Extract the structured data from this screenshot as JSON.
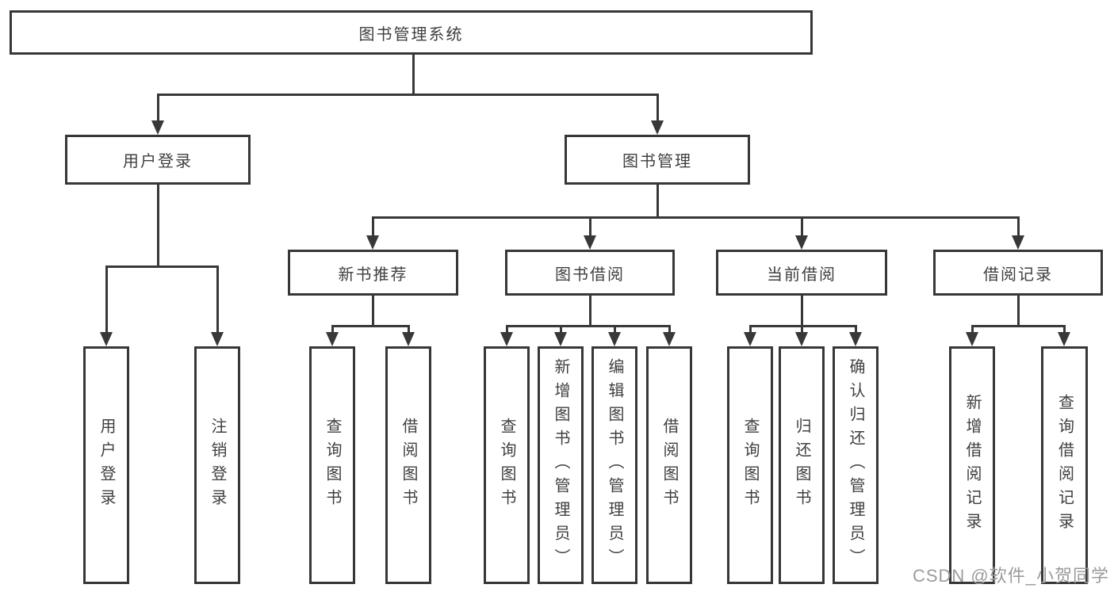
{
  "diagram": {
    "root": {
      "label": "图书管理系统"
    },
    "level1": [
      {
        "label": "用户登录"
      },
      {
        "label": "图书管理"
      }
    ],
    "level2": [
      {
        "label": "新书推荐"
      },
      {
        "label": "图书借阅"
      },
      {
        "label": "当前借阅"
      },
      {
        "label": "借阅记录"
      }
    ],
    "leaves": {
      "user_login": [
        "用户登录",
        "注销登录"
      ],
      "new_book": [
        "查询图书",
        "借阅图书"
      ],
      "book_borrow": [
        "查询图书",
        "新增图书（管理员）",
        "编辑图书（管理员）",
        "借阅图书"
      ],
      "current_borrow": [
        "查询图书",
        "归还图书",
        "确认归还（管理员）"
      ],
      "borrow_record": [
        "新增借阅记录",
        "查询借阅记录"
      ]
    }
  },
  "watermark": "CSDN @软件_小贺同学",
  "colors": {
    "line": "#383838",
    "text": "#3f3f3f",
    "background": "#ffffff",
    "watermark": "#9b9b9b"
  }
}
